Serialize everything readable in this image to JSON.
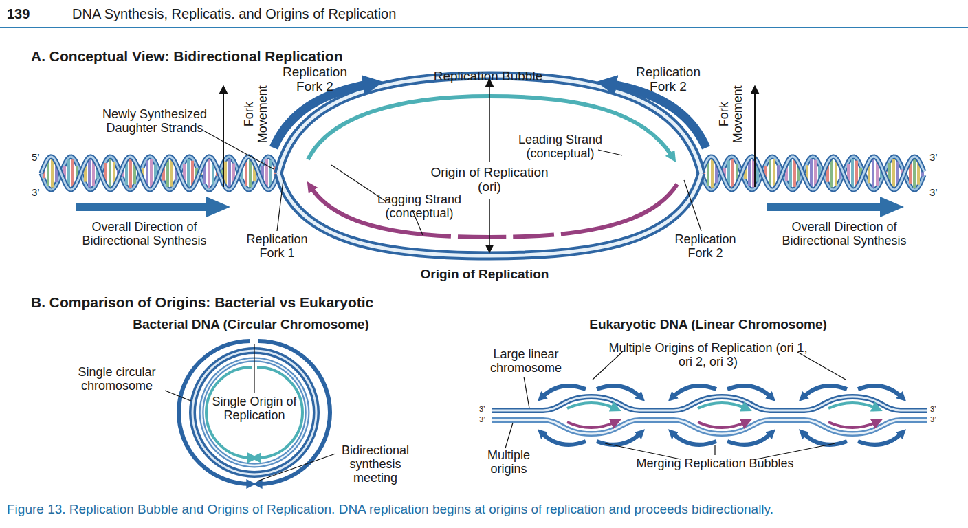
{
  "diagram": {
    "title": "DNA Synthesis, Replicatis. and Origins of Replication",
    "caption": "Figure 13. Replication Bubble and Origins of Replication. DNA replication begins at origins of replication and proceeds bidirectionally.",
    "labels": [
      "139",
      "A. Conceptual View: Bidirectional Replication",
      "Replication Fork 2",
      "Replication Bubble",
      "Replication Fork 2",
      "Newly Synthesized Daughter Strands",
      "Fork Movement",
      "Leading Strand (conceptual)",
      "Fork Movement",
      "5’",
      "3’",
      "Origin of Replication (ori)",
      "3’",
      "3’",
      "Lagging Strand (conceptual)",
      "Overall Direction of Bidirectional Synthesis",
      "Replication Fork 1",
      "Replication Fork 2",
      "Overall Direction of Bidirectional Synthesis",
      "Origin of Replication",
      "B. Comparison of Origins: Bacterial vs Eukaryotic",
      "Bacterial DNA (Circular Chromosome)",
      "Eukaryotic DNA (Linear Chromosome)",
      "Single circular chromosome",
      "Single Origin of Replication",
      "Large linear chromosome",
      "Multiple Origins of Replication (ori 1, ori 2, ori 3)",
      "Bidirectional synthesis meeting",
      "3’",
      "3’",
      "3’",
      "3’",
      "Multiple origins",
      "Merging Replication Bubbles"
    ]
  }
}
